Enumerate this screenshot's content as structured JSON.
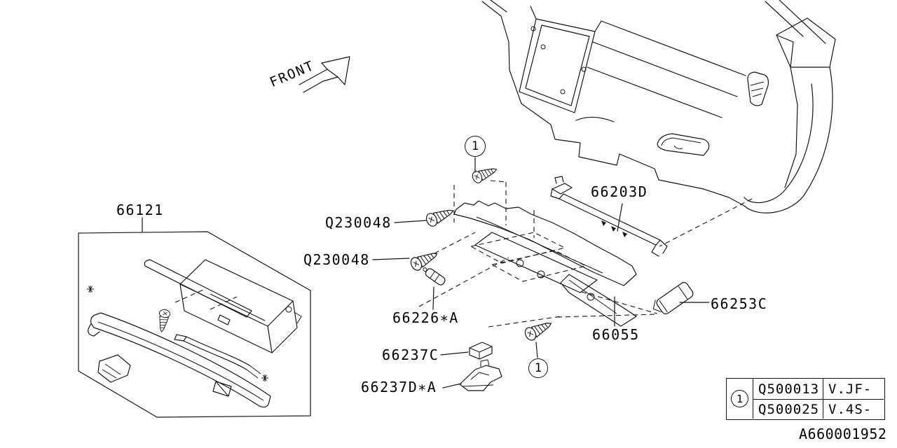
{
  "front": {
    "label": "FRONT"
  },
  "callout": {
    "number": "1"
  },
  "parts": {
    "p66121": {
      "label": "66121"
    },
    "q230048_upper": {
      "label": "Q230048"
    },
    "q230048_lower": {
      "label": "Q230048"
    },
    "p66226a": {
      "label": "66226∗A"
    },
    "p66237c": {
      "label": "66237C"
    },
    "p66237da": {
      "label": "66237D∗A"
    },
    "p66203d": {
      "label": "66203D"
    },
    "p66055": {
      "label": "66055"
    },
    "p66253c": {
      "label": "66253C"
    }
  },
  "legend": {
    "ref": "1",
    "rows": [
      {
        "part_number": "Q500013",
        "applicability": "V.JF-"
      },
      {
        "part_number": "Q500025",
        "applicability": "V.4S-"
      }
    ]
  },
  "footer": {
    "drawing_number": "A660001952"
  },
  "colors": {
    "line": "#151515",
    "background": "#ffffff"
  }
}
